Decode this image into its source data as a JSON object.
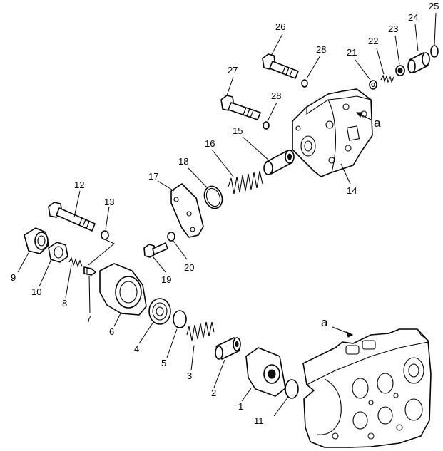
{
  "diagram": {
    "callouts": [
      {
        "label": "1"
      },
      {
        "label": "2"
      },
      {
        "label": "3"
      },
      {
        "label": "4"
      },
      {
        "label": "5"
      },
      {
        "label": "6"
      },
      {
        "label": "7"
      },
      {
        "label": "8"
      },
      {
        "label": "9"
      },
      {
        "label": "10"
      },
      {
        "label": "11"
      },
      {
        "label": "12"
      },
      {
        "label": "13"
      },
      {
        "label": "14"
      },
      {
        "label": "15"
      },
      {
        "label": "16"
      },
      {
        "label": "17"
      },
      {
        "label": "18"
      },
      {
        "label": "19"
      },
      {
        "label": "20"
      },
      {
        "label": "21"
      },
      {
        "label": "22"
      },
      {
        "label": "23"
      },
      {
        "label": "24"
      },
      {
        "label": "25"
      },
      {
        "label": "26"
      },
      {
        "label": "27"
      },
      {
        "label": "28"
      },
      {
        "label": "28"
      }
    ],
    "reference_marks": [
      {
        "label": "a"
      },
      {
        "label": "a"
      }
    ]
  }
}
